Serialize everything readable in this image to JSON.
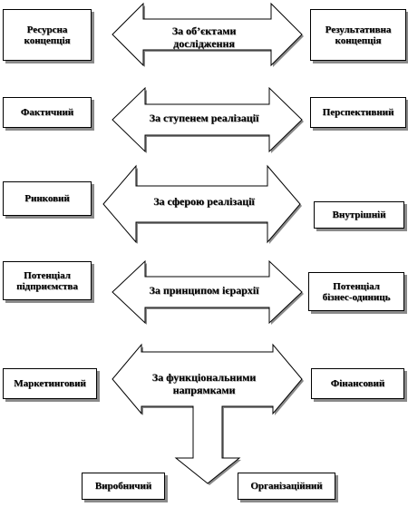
{
  "colors": {
    "stroke": "#000000",
    "shadow": "#8a8a8a",
    "fill": "#ffffff"
  },
  "boxes": {
    "resource": "Ресурсна\nконцепція",
    "result": "Результативна\nконцепція",
    "actual": "Фактичний",
    "perspective": "Перспективний",
    "market": "Ринковий",
    "internal": "Внутрішній",
    "enterprise": "Потенціал\nпідприємства",
    "business": "Потенціал\nбізнес-одиниць",
    "marketing": "Маркетинговий",
    "financial": "Фінансовий",
    "production": "Виробничий",
    "organizational": "Організаційний"
  },
  "arrows": {
    "objects": "За об’єктами\nдослідження",
    "degree": "За ступенем реалізації",
    "sphere": "За сферою реалізації",
    "hierarchy": "За принципом ієрархії",
    "functional": "За функціональними\nнапрямками"
  }
}
